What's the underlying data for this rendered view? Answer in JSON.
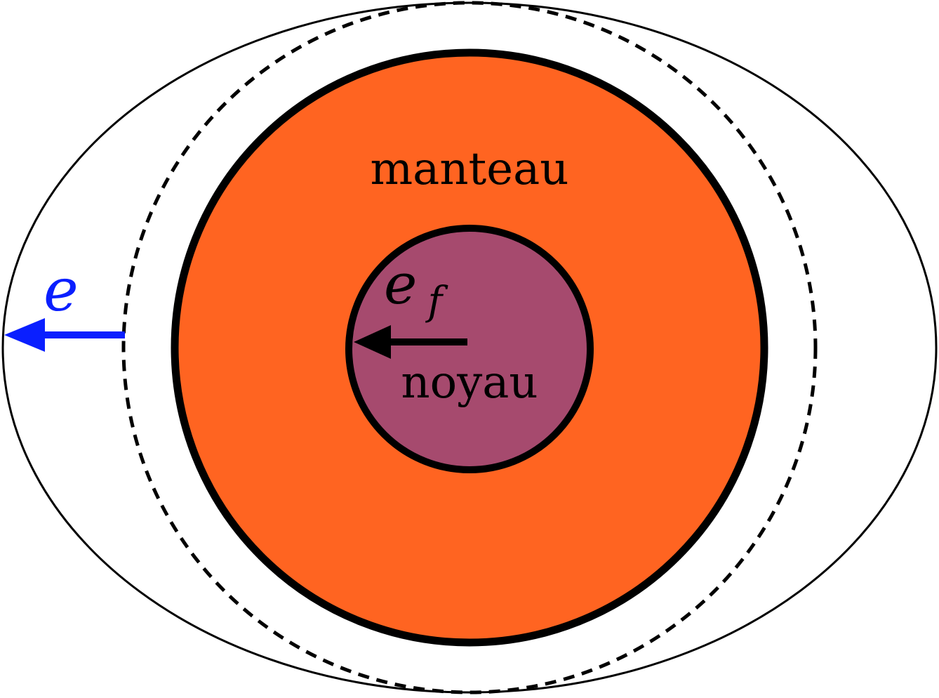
{
  "diagram": {
    "mantle_label": "manteau",
    "core_label": "noyau",
    "outer_symbol": "e",
    "inner_symbol_base": "e",
    "inner_symbol_sub": "f",
    "colors": {
      "mantle": "#ff6421",
      "core": "#a64a6e",
      "outer_arrow": "#0a1fff",
      "inner_arrow": "#000000",
      "outline": "#000000",
      "background": "#ffffff"
    }
  }
}
